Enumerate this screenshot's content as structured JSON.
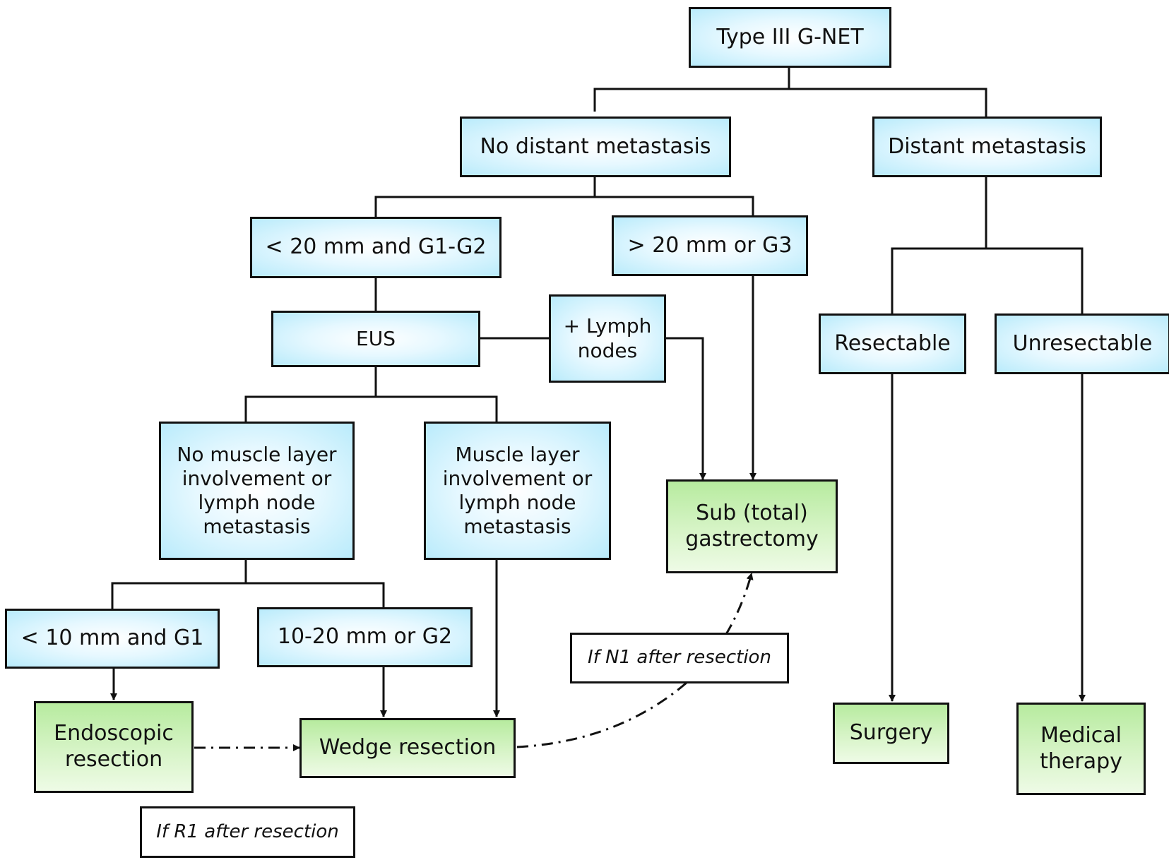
{
  "nodes": {
    "type_iii": "Type III G-NET",
    "no_distant_metastasis": "No distant metastasis",
    "distant_metastasis": "Distant metastasis",
    "lt20_g1g2": "< 20 mm and G1-G2",
    "gt20_g3": "> 20 mm or G3",
    "eus": "EUS",
    "lymph_nodes": "+ Lymph\nnodes",
    "resectable": "Resectable",
    "unresectable": "Unresectable",
    "no_muscle": "No muscle layer\ninvolvement or\nlymph node\nmetastasis",
    "muscle": "Muscle layer\ninvolvement or\nlymph node\nmetastasis",
    "sub_total": "Sub (total)\ngastrectomy",
    "lt10_g1": "< 10 mm and G1",
    "mm10_20_g2": "10-20 mm or G2",
    "endoscopic": "Endoscopic\nresection",
    "wedge": "Wedge resection",
    "surgery": "Surgery",
    "medical": "Medical\ntherapy",
    "if_n1": "If N1 after resection",
    "if_r1": "If R1 after resection"
  },
  "colors": {
    "line": "#111111",
    "decision_fill": "#b9ebfb",
    "treatment_fill": "#b7eb9f"
  }
}
